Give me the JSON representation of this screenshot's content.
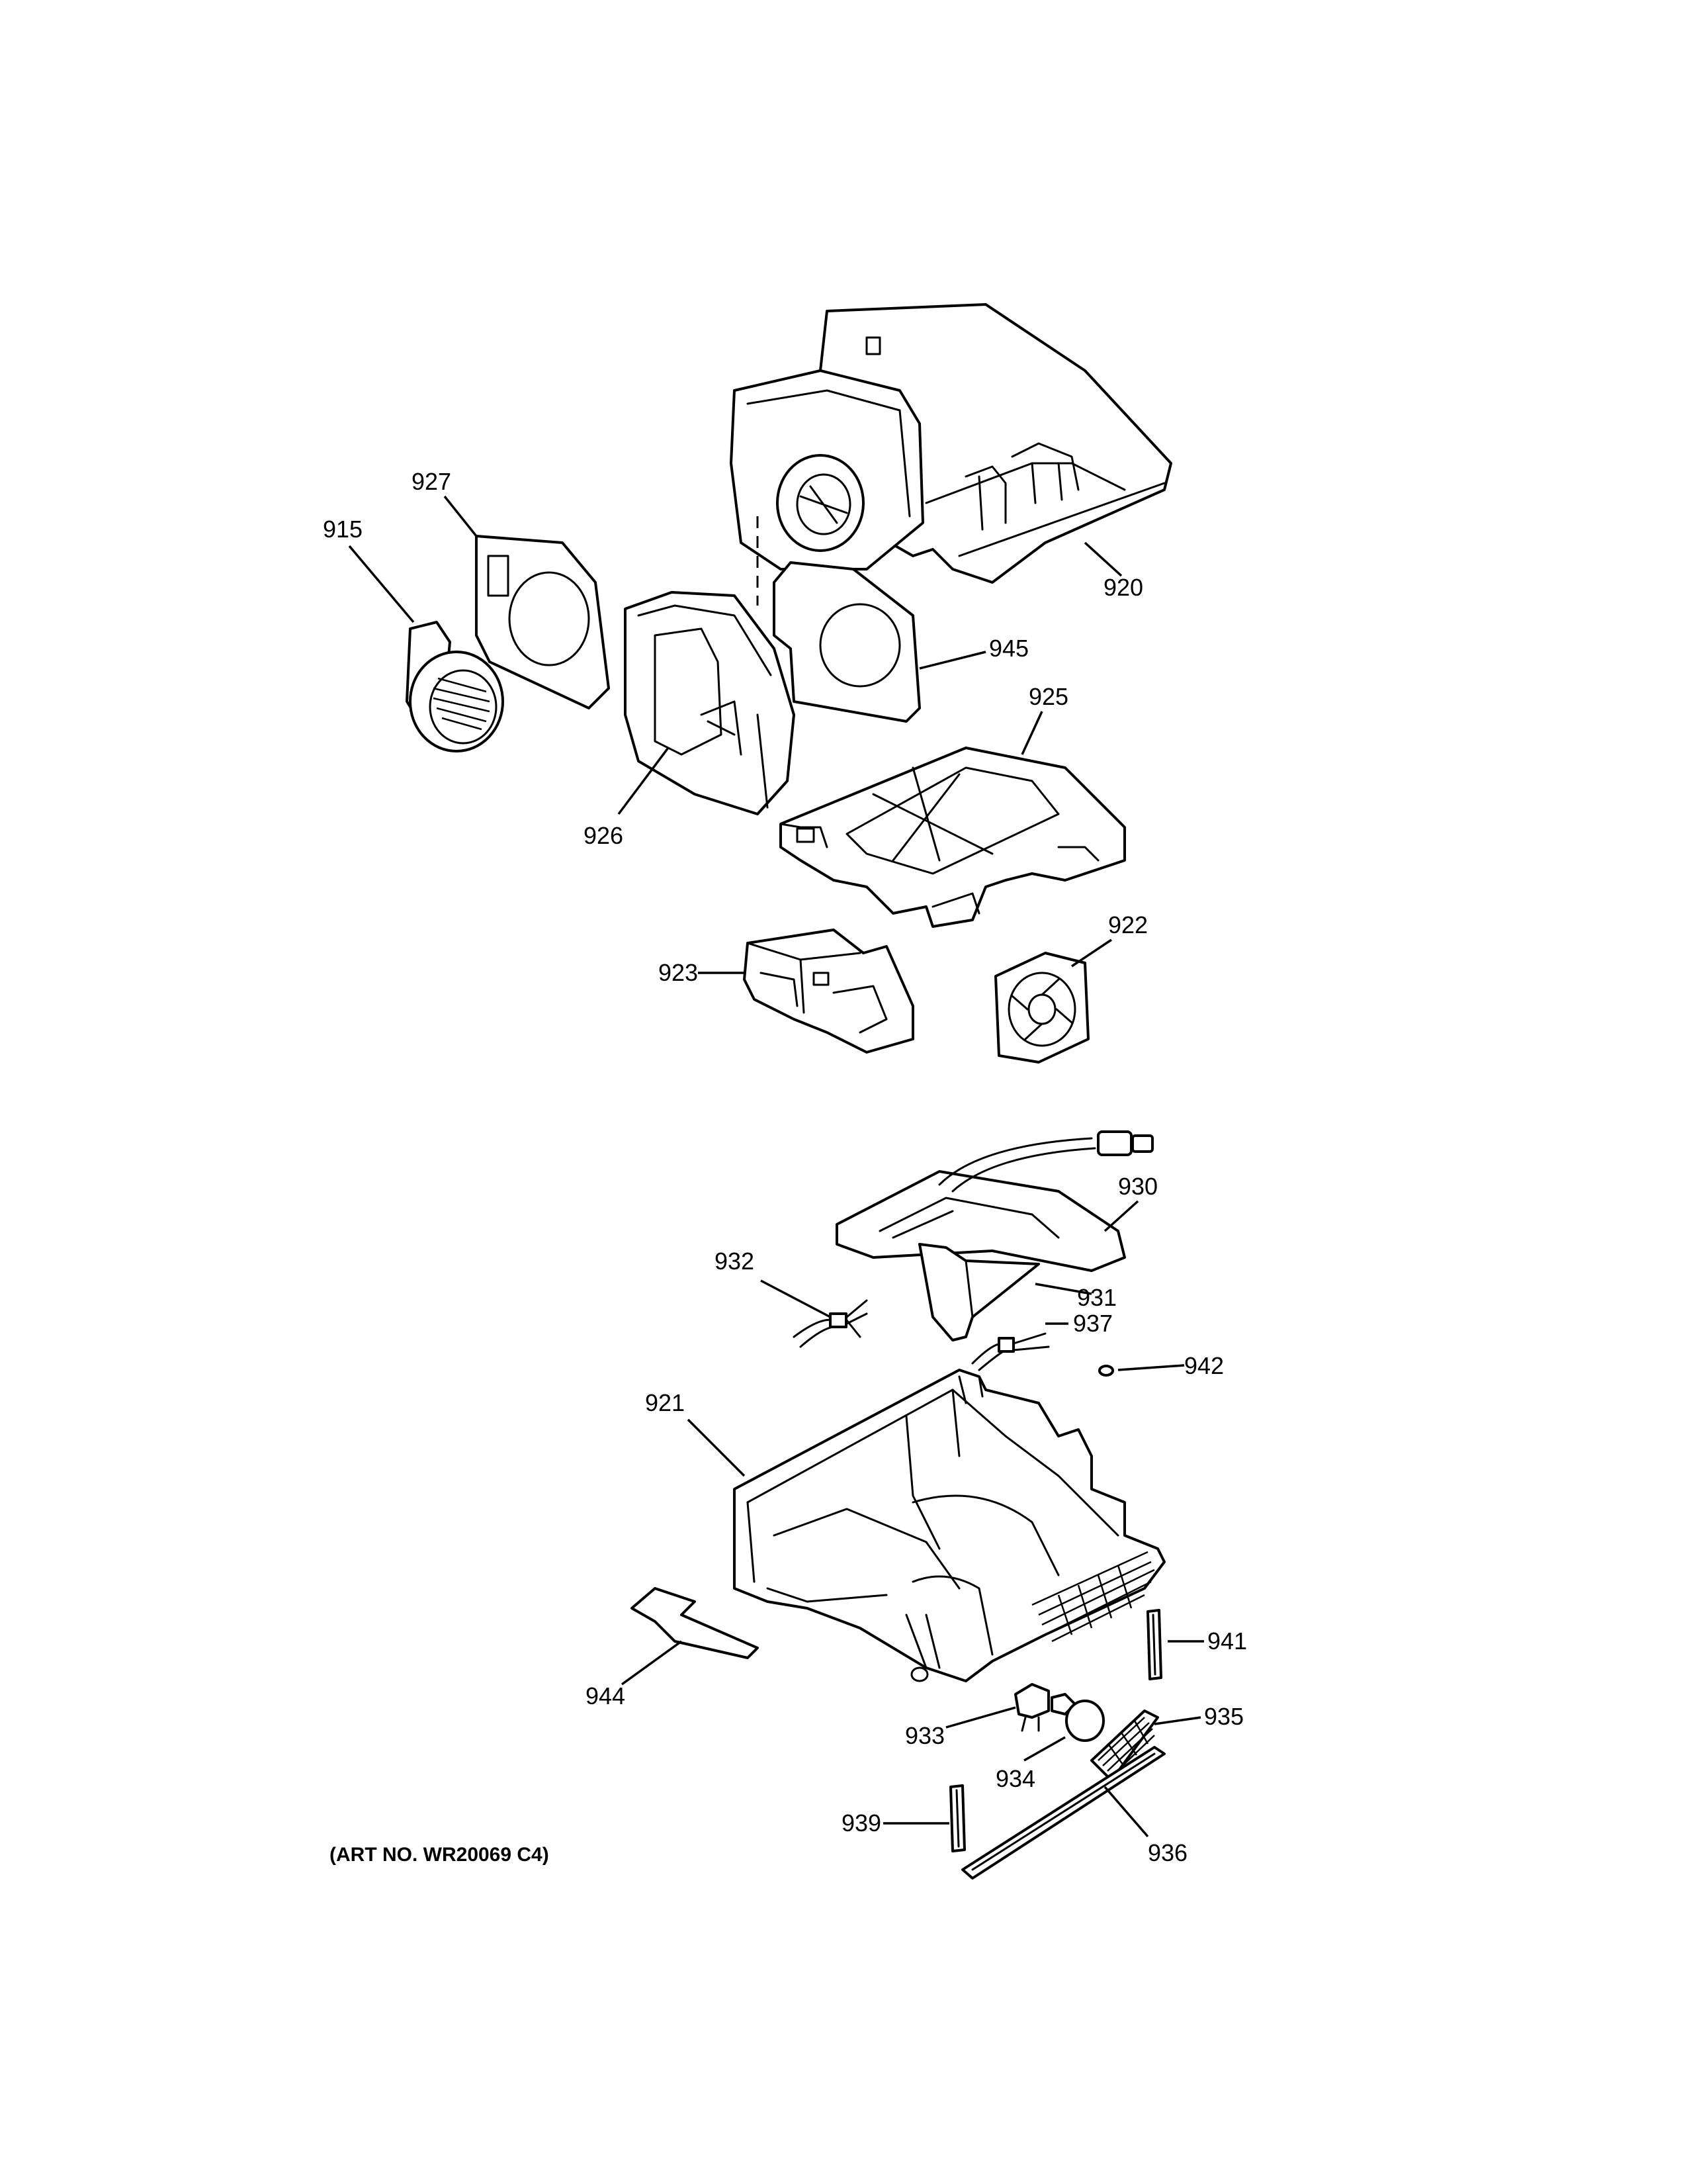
{
  "art_number": "(ART NO. WR20069 C4)",
  "callouts": {
    "c915": "915",
    "c920": "920",
    "c921": "921",
    "c922": "922",
    "c923": "923",
    "c925": "925",
    "c926": "926",
    "c927": "927",
    "c930": "930",
    "c931": "931",
    "c932": "932",
    "c933": "933",
    "c934": "934",
    "c935": "935",
    "c936": "936",
    "c937": "937",
    "c939": "939",
    "c941": "941",
    "c942": "942",
    "c944": "944",
    "c945": "945"
  }
}
